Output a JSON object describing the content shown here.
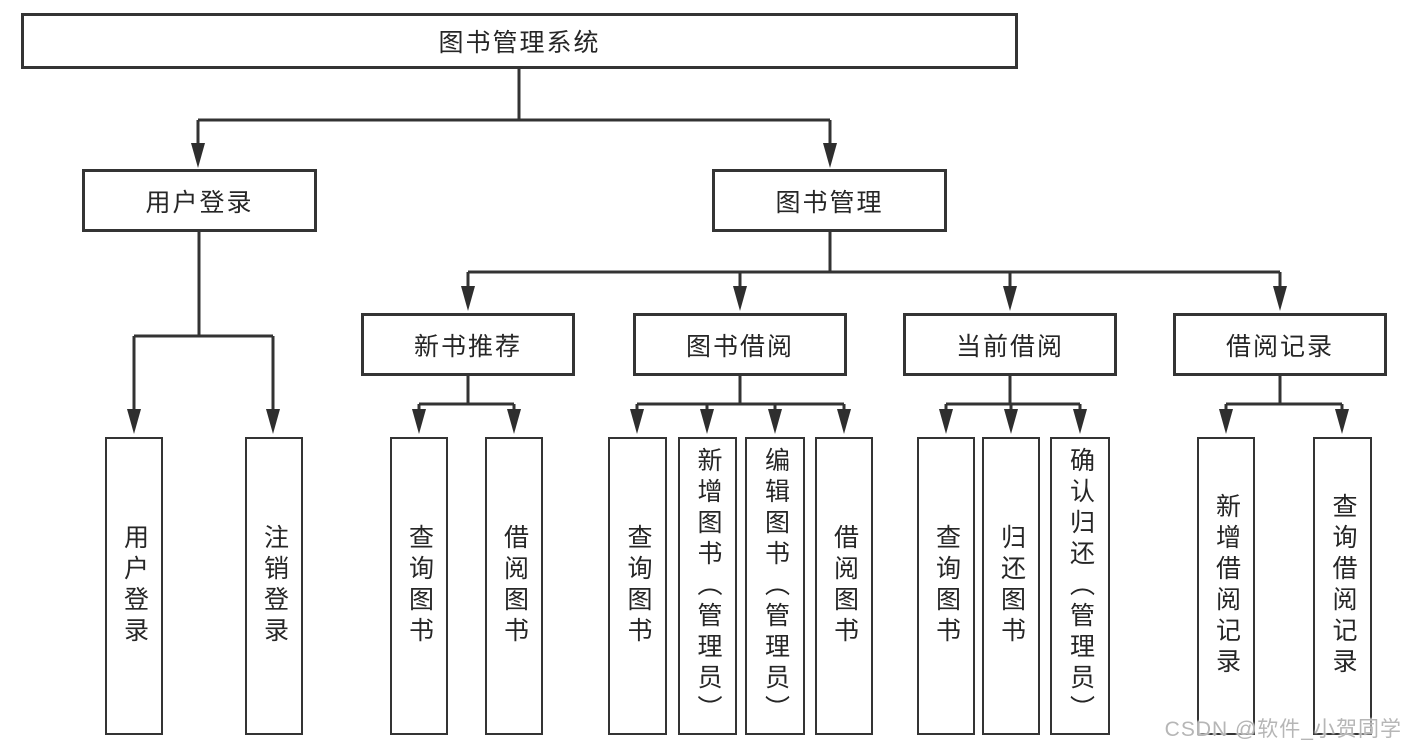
{
  "diagram": {
    "title": "图书管理系统",
    "level2": {
      "user_login": "用户登录",
      "book_mgmt": "图书管理"
    },
    "level3": {
      "new_books": "新书推荐",
      "book_borrow": "图书借阅",
      "current_borrow": "当前借阅",
      "borrow_records": "借阅记录"
    },
    "leaves": {
      "user_login_1": "用户登录",
      "user_login_2": "注销登录",
      "new_books_1": "查询图书",
      "new_books_2": "借阅图书",
      "book_borrow_1": "查询图书",
      "book_borrow_2": "新增图书（管理员）",
      "book_borrow_3": "编辑图书（管理员）",
      "book_borrow_4": "借阅图书",
      "current_borrow_1": "查询图书",
      "current_borrow_2": "归还图书",
      "current_borrow_3": "确认归还（管理员）",
      "borrow_records_1": "新增借阅记录",
      "borrow_records_2": "查询借阅记录"
    },
    "watermark": "CSDN @软件_小贺同学",
    "colors": {
      "line": "#333333",
      "text": "#262626",
      "watermark": "#b6b6b6",
      "background": "#ffffff"
    }
  }
}
